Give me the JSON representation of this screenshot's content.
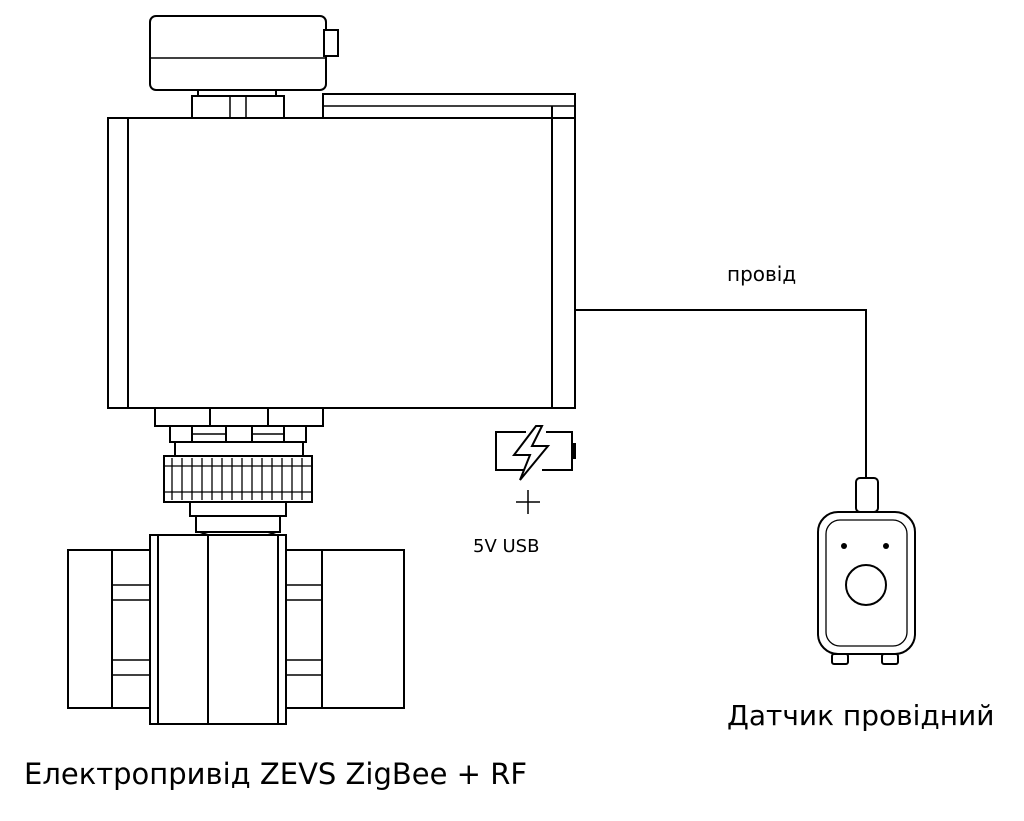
{
  "labels": {
    "wire": "провід",
    "usb": "5V USB",
    "plus": "+",
    "sensor": "Датчик провідний",
    "actuator": "Електропривід ZEVS ZigBee + RF"
  },
  "icons": [
    "battery-charging-icon"
  ],
  "colors": {
    "line": "#000000",
    "background": "#ffffff"
  }
}
